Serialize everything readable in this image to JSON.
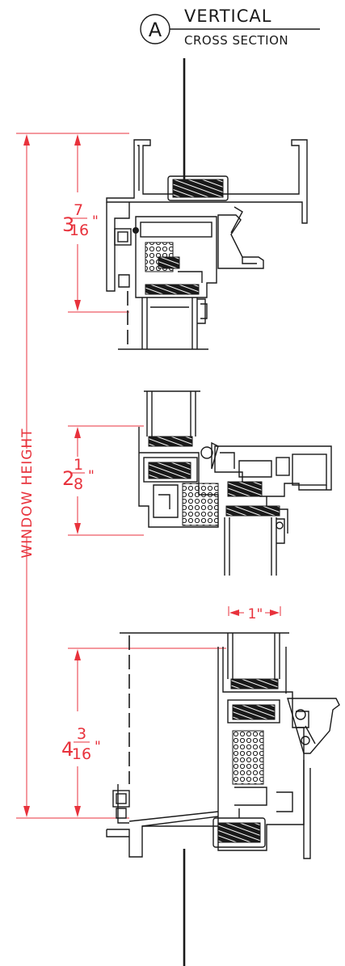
{
  "tag": {
    "letter": "A",
    "title": "VERTICAL",
    "subtitle": "CROSS SECTION"
  },
  "dimensions": {
    "overall_label": "WINDOW HEIGHT",
    "head": {
      "whole": "3",
      "num": "7",
      "den": "16",
      "unit": "\""
    },
    "meeting_rail": {
      "whole": "2",
      "num": "1",
      "den": "8",
      "unit": "\""
    },
    "sill": {
      "whole": "4",
      "num": "3",
      "den": "16",
      "unit": "\""
    },
    "glass_width": "1\""
  },
  "colors": {
    "linework": "#1a1a1a",
    "dimension": "#e8323c"
  }
}
